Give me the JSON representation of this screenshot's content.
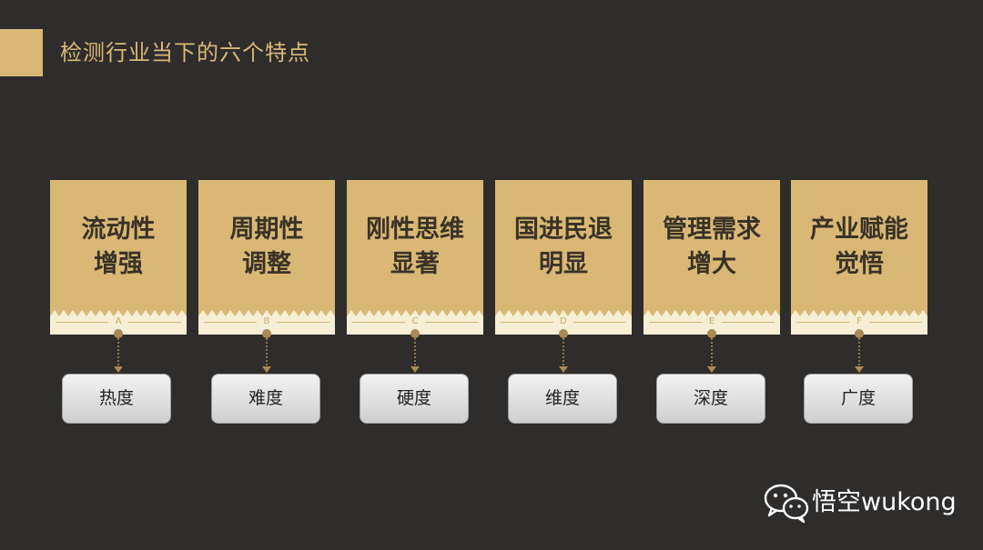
{
  "slide": {
    "title": "检测行业当下的六个特点",
    "accent_color": "#d9b876",
    "background_color": "#2e2d2c"
  },
  "cards": [
    {
      "line1": "流动性",
      "line2": "增强",
      "letter": "A",
      "tag": "热度"
    },
    {
      "line1": "周期性",
      "line2": "调整",
      "letter": "B",
      "tag": "难度"
    },
    {
      "line1": "刚性思维",
      "line2": "显著",
      "letter": "C",
      "tag": "硬度"
    },
    {
      "line1": "国进民退",
      "line2": "明显",
      "letter": "D",
      "tag": "维度"
    },
    {
      "line1": "管理需求",
      "line2": "增大",
      "letter": "E",
      "tag": "深度"
    },
    {
      "line1": "产业赋能",
      "line2": "觉悟",
      "letter": "F",
      "tag": "广度"
    }
  ],
  "brand": {
    "icon": "wechat-icon",
    "text": "悟空wukong"
  }
}
